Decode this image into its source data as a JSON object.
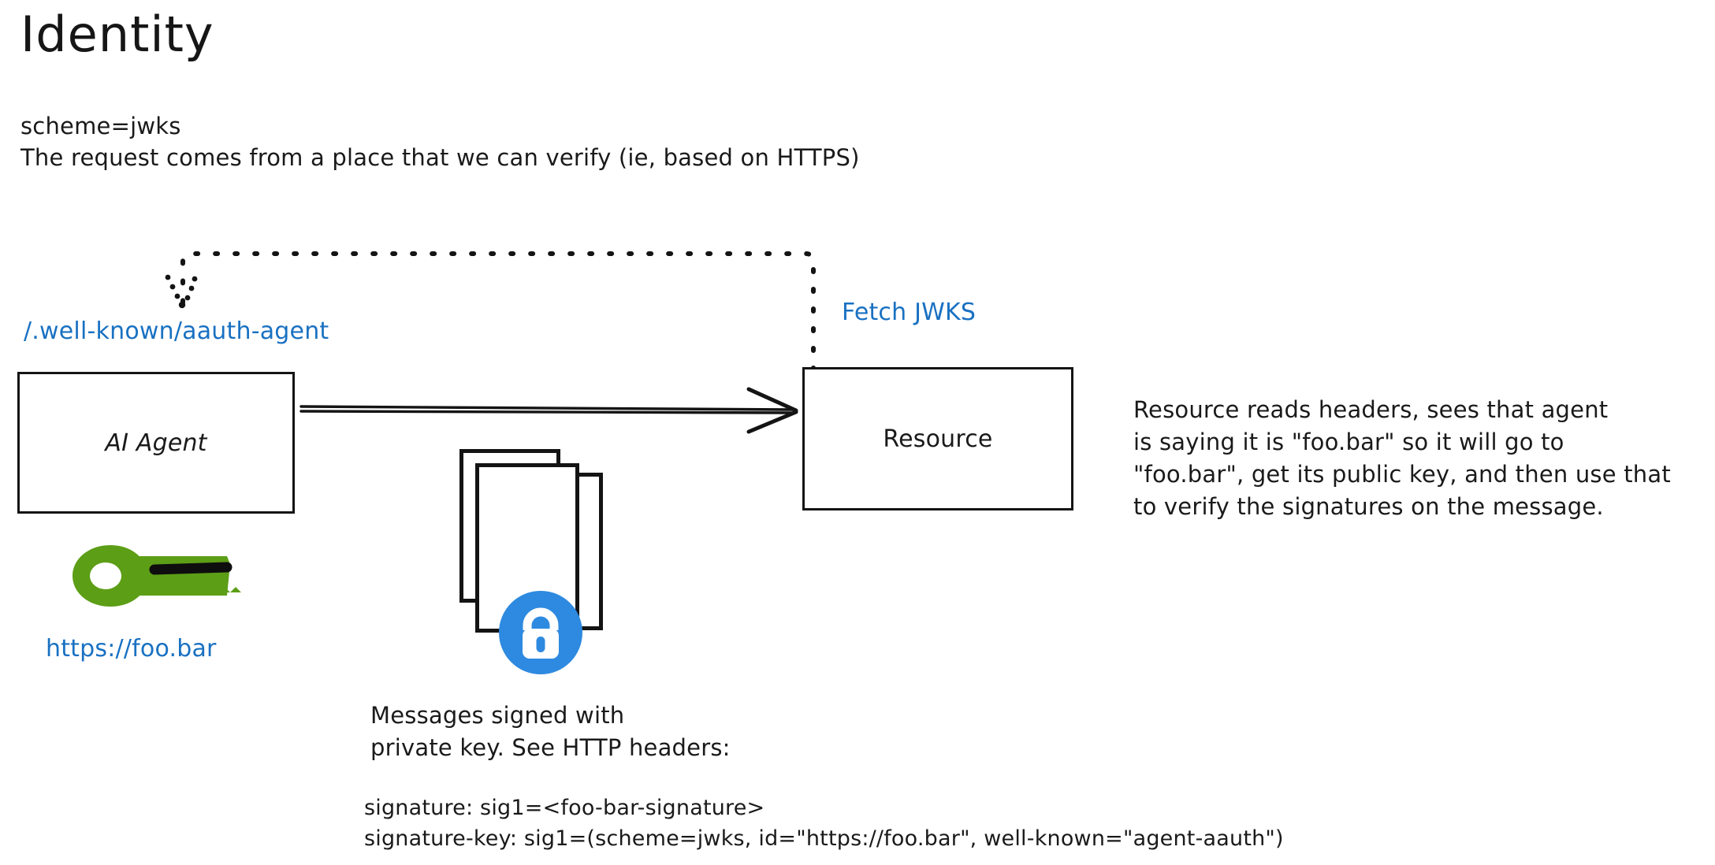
{
  "page": {
    "title": "Identity",
    "background_color": "#ffffff",
    "accent_blue": "#1971c2",
    "key_green": "#5c9e16",
    "ink_black": "#1a1a1a"
  },
  "intro": {
    "line1": "scheme=jwks",
    "line2": "The request comes from a place that we can verify (ie, based on HTTPS)"
  },
  "nodes": {
    "agent": {
      "label": "AI Agent"
    },
    "resource": {
      "label": "Resource"
    }
  },
  "labels": {
    "well_known": "/.well-known/aauth-agent",
    "fetch_jwks": "Fetch JWKS",
    "agent_url": "https://foo.bar"
  },
  "icons": {
    "key": "key-icon",
    "lock": "lock-icon",
    "documents": "documents-stack-icon",
    "request_arrow": "arrow-right-icon",
    "jwks_arrow": "dotted-arrow-down-icon"
  },
  "messages_note": {
    "line1": "Messages signed with",
    "line2": "private key. See HTTP headers:"
  },
  "http_headers": {
    "signature": "signature: sig1=<foo-bar-signature>",
    "signature_key": "signature-key: sig1=(scheme=jwks, id=\"https://foo.bar\", well-known=\"agent-aauth\")"
  },
  "resource_note": {
    "line1": "Resource reads headers, sees that agent",
    "line2": "is saying it is \"foo.bar\" so it will go to",
    "line3": "\"foo.bar\", get its public key, and then use that",
    "line4": "to verify the signatures on the message."
  }
}
